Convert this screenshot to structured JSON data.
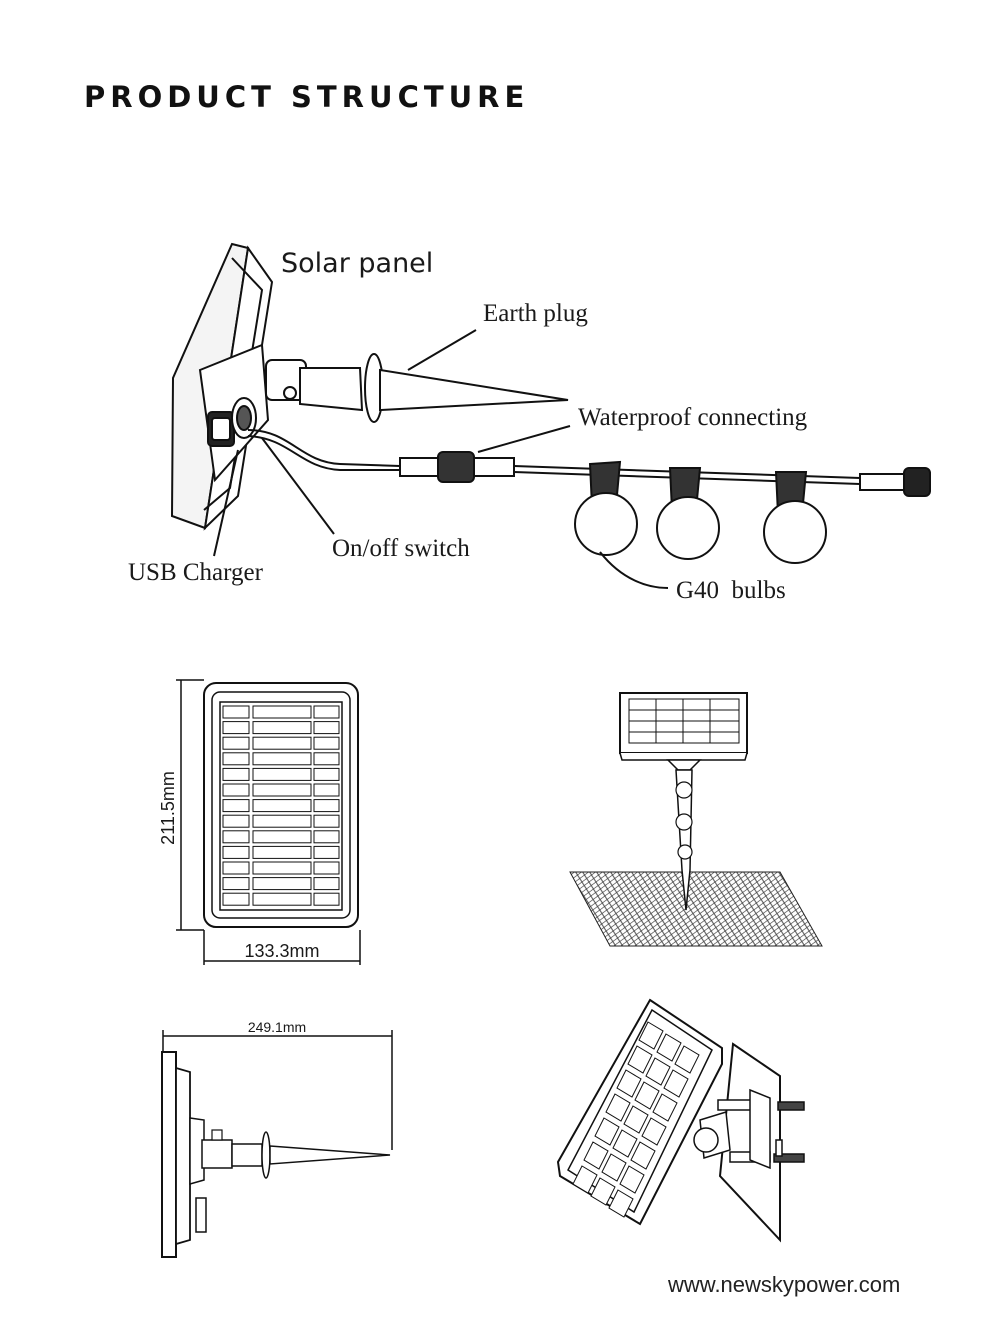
{
  "heading": "PRODUCT STRUCTURE",
  "labels": {
    "solar_panel": "Solar panel",
    "earth_plug": "Earth plug",
    "waterproof_connecting": "Waterproof connecting",
    "on_off_switch": "On/off switch",
    "usb_charger": "USB Charger",
    "g40_bulbs": "G40  bulbs"
  },
  "dimensions": {
    "height": "211.5mm",
    "width": "133.3mm",
    "length": "249.1mm"
  },
  "footer": {
    "website": "www.newskypower.com"
  }
}
